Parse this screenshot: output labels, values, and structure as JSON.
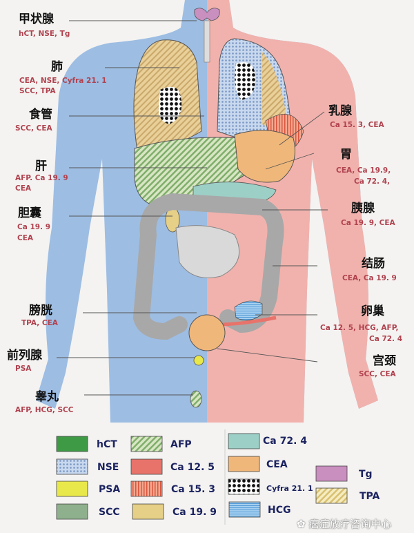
{
  "organs_left": [
    {
      "name": "甲状腺",
      "markers": [
        "hCT, NSE, Tg"
      ]
    },
    {
      "name": "肺",
      "markers": [
        "CEA, NSE, Cyfra 21. 1",
        "SCC, TPA"
      ]
    },
    {
      "name": "食管",
      "markers": [
        "SCC, CEA"
      ]
    },
    {
      "name": "肝",
      "markers": [
        "AFP. Ca 19. 9",
        "CEA"
      ]
    },
    {
      "name": "胆囊",
      "markers": [
        "Ca 19. 9",
        "CEA"
      ]
    },
    {
      "name": "膀胱",
      "markers": [
        "TPA, CEA"
      ]
    },
    {
      "name": "前列腺",
      "markers": [
        "PSA"
      ]
    },
    {
      "name": "睾丸",
      "markers": [
        "AFP, HCG, SCC"
      ]
    }
  ],
  "organs_right": [
    {
      "name": "乳腺",
      "markers": [
        "Ca 15. 3, CEA"
      ]
    },
    {
      "name": "胃",
      "markers": [
        "CEA, Ca 19.9,",
        "Ca 72. 4,"
      ]
    },
    {
      "name": "胰腺",
      "markers": [
        "Ca 19. 9, CEA"
      ]
    },
    {
      "name": "结肠",
      "markers": [
        "CEA, Ca 19. 9"
      ]
    },
    {
      "name": "卵巢",
      "markers": [
        "Ca 12. 5, HCG, AFP,",
        "Ca 72. 4"
      ]
    },
    {
      "name": "宫颈",
      "markers": [
        "SCC, CEA"
      ]
    }
  ],
  "legend": [
    {
      "label": "hCT",
      "color": "#3f9a45",
      "pattern": "solid"
    },
    {
      "label": "NSE",
      "color": "#a9c4e6",
      "pattern": "dots"
    },
    {
      "label": "PSA",
      "color": "#e9e84a",
      "pattern": "solid"
    },
    {
      "label": "SCC",
      "color": "#8fb08c",
      "pattern": "solid"
    },
    {
      "label": "AFP",
      "color": "#8fbf7a",
      "pattern": "diagonal-stripes"
    },
    {
      "label": "Ca 12. 5",
      "color": "#e8736b",
      "pattern": "solid"
    },
    {
      "label": "Ca 15. 3",
      "color": "#e87f66",
      "pattern": "vertical-stripes"
    },
    {
      "label": "Ca 19. 9",
      "color": "#e6cf86",
      "pattern": "solid"
    },
    {
      "label": "Ca 72. 4",
      "color": "#9ccfc6",
      "pattern": "solid"
    },
    {
      "label": "CEA",
      "color": "#f0b77a",
      "pattern": "solid"
    },
    {
      "label": "Cyfra 21. 1",
      "color": "#111111",
      "pattern": "black-dots"
    },
    {
      "label": "HCG",
      "color": "#6aaee0",
      "pattern": "horizontal-lines"
    },
    {
      "label": "Tg",
      "color": "#c98fbf",
      "pattern": "solid"
    },
    {
      "label": "TPA",
      "color": "#ecdc8e",
      "pattern": "diagonal-stripes"
    }
  ],
  "colors": {
    "body_left": "#9dbde3",
    "body_right": "#f1b2ad",
    "label": "#111111",
    "marker_text": "#b0424f",
    "legend_text": "#1c2360"
  },
  "watermark": "癌症放疗咨询中心"
}
